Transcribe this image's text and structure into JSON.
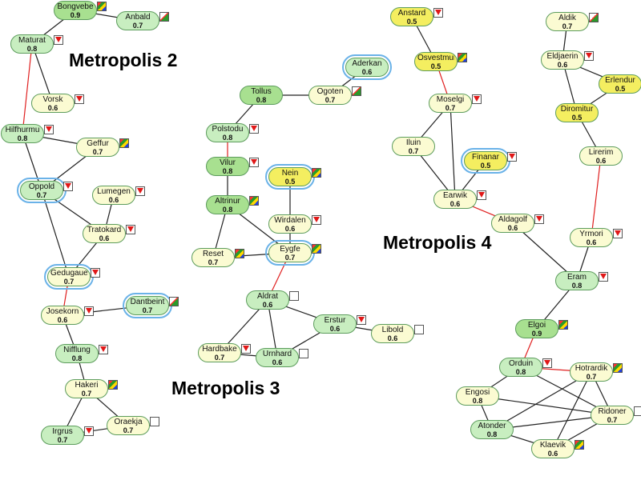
{
  "groups": [
    {
      "key": "m2",
      "title": "Metropolis 2"
    },
    {
      "key": "m3",
      "title": "Metropolis 3"
    },
    {
      "key": "m4",
      "title": "Metropolis 4"
    }
  ],
  "colors": {
    "edge_normal": "#222222",
    "edge_highlight": "#e02020",
    "selection_ring": "#6ab2e8",
    "node_fill_green": "#c8eec0",
    "node_fill_darkgreen": "#a8e090",
    "node_fill_lightyellow": "#fbfbd2",
    "node_fill_yellow": "#f4ee60",
    "node_border": "#5c9c5c"
  },
  "nodes": [
    {
      "id": "bongvebe",
      "label": "Bongvebe",
      "value": "0.9",
      "fill": "darkgreen",
      "flag": "mixed",
      "selected": false
    },
    {
      "id": "anbald",
      "label": "Anbald",
      "value": "0.7",
      "fill": "green",
      "flag": "edge",
      "selected": false
    },
    {
      "id": "maturat",
      "label": "Maturat",
      "value": "0.8",
      "fill": "green",
      "flag": "down",
      "selected": false
    },
    {
      "id": "vorsk",
      "label": "Vorsk",
      "value": "0.6",
      "fill": "lightyellow",
      "flag": "down",
      "selected": false
    },
    {
      "id": "hilfhurmu",
      "label": "Hilfhurmu",
      "value": "0.8",
      "fill": "green",
      "flag": "down",
      "selected": false
    },
    {
      "id": "geffur",
      "label": "Geffur",
      "value": "0.7",
      "fill": "lightyellow",
      "flag": "mixed",
      "selected": false
    },
    {
      "id": "oppold",
      "label": "Oppold",
      "value": "0.7",
      "fill": "green",
      "flag": "down",
      "selected": true
    },
    {
      "id": "lumegen",
      "label": "Lumegen",
      "value": "0.6",
      "fill": "lightyellow",
      "flag": "down",
      "selected": false
    },
    {
      "id": "tratokard",
      "label": "Tratokard",
      "value": "0.6",
      "fill": "lightyellow",
      "flag": "down",
      "selected": false
    },
    {
      "id": "gedugaue",
      "label": "Gedugaue",
      "value": "0.7",
      "fill": "lightyellow",
      "flag": "down",
      "selected": true
    },
    {
      "id": "josekorn",
      "label": "Josekorn",
      "value": "0.6",
      "fill": "lightyellow",
      "flag": "down",
      "selected": false
    },
    {
      "id": "dantbeint",
      "label": "Dantbeint",
      "value": "0.7",
      "fill": "green",
      "flag": "edge",
      "selected": true
    },
    {
      "id": "nifflung",
      "label": "Nifflung",
      "value": "0.8",
      "fill": "green",
      "flag": "down",
      "selected": false
    },
    {
      "id": "hakeri",
      "label": "Hakeri",
      "value": "0.7",
      "fill": "lightyellow",
      "flag": "mixed",
      "selected": false
    },
    {
      "id": "irgrus",
      "label": "Irgrus",
      "value": "0.7",
      "fill": "green",
      "flag": "down",
      "selected": false
    },
    {
      "id": "oraekja",
      "label": "Oraekja",
      "value": "0.7",
      "fill": "lightyellow",
      "flag": "empty",
      "selected": false
    },
    {
      "id": "aderkan",
      "label": "Aderkan",
      "value": "0.6",
      "fill": "green",
      "flag": "none",
      "selected": true
    },
    {
      "id": "tollus",
      "label": "Tollus",
      "value": "0.8",
      "fill": "darkgreen",
      "flag": "none",
      "selected": false
    },
    {
      "id": "ogoten",
      "label": "Ogoten",
      "value": "0.7",
      "fill": "lightyellow",
      "flag": "edge",
      "selected": false
    },
    {
      "id": "polstodu",
      "label": "Polstodu",
      "value": "0.8",
      "fill": "green",
      "flag": "down",
      "selected": false
    },
    {
      "id": "vilur",
      "label": "Vilur",
      "value": "0.8",
      "fill": "darkgreen",
      "flag": "down",
      "selected": false
    },
    {
      "id": "nein",
      "label": "Nein",
      "value": "0.5",
      "fill": "yellow",
      "flag": "mixed",
      "selected": true
    },
    {
      "id": "altrinur",
      "label": "Altrinur",
      "value": "0.8",
      "fill": "darkgreen",
      "flag": "mixed",
      "selected": false
    },
    {
      "id": "wirdalen",
      "label": "Wirdalen",
      "value": "0.6",
      "fill": "lightyellow",
      "flag": "down",
      "selected": false
    },
    {
      "id": "reset",
      "label": "Reset",
      "value": "0.7",
      "fill": "lightyellow",
      "flag": "mixed",
      "selected": false
    },
    {
      "id": "eygfe",
      "label": "Eygfe",
      "value": "0.7",
      "fill": "lightyellow",
      "flag": "mixed",
      "selected": true
    },
    {
      "id": "aldrat",
      "label": "Aldrat",
      "value": "0.6",
      "fill": "green",
      "flag": "empty",
      "selected": false
    },
    {
      "id": "erstur",
      "label": "Erstur",
      "value": "0.6",
      "fill": "green",
      "flag": "down",
      "selected": false
    },
    {
      "id": "libold",
      "label": "Libold",
      "value": "0.6",
      "fill": "lightyellow",
      "flag": "empty",
      "selected": false
    },
    {
      "id": "hardbake",
      "label": "Hardbake",
      "value": "0.7",
      "fill": "lightyellow",
      "flag": "down",
      "selected": false
    },
    {
      "id": "urnhard",
      "label": "Urnhard",
      "value": "0.6",
      "fill": "green",
      "flag": "empty",
      "selected": false
    },
    {
      "id": "anstard",
      "label": "Anstard",
      "value": "0.5",
      "fill": "yellow",
      "flag": "down",
      "selected": false
    },
    {
      "id": "osvestmun",
      "label": "Osvestmun",
      "value": "0.5",
      "fill": "yellow",
      "flag": "mixed",
      "selected": false
    },
    {
      "id": "moselgi",
      "label": "Moselgi",
      "value": "0.7",
      "fill": "lightyellow",
      "flag": "down",
      "selected": false
    },
    {
      "id": "iluin",
      "label": "Iluin",
      "value": "0.7",
      "fill": "lightyellow",
      "flag": "none",
      "selected": false
    },
    {
      "id": "finanar",
      "label": "Finanar",
      "value": "0.5",
      "fill": "yellow",
      "flag": "down",
      "selected": true
    },
    {
      "id": "earwik",
      "label": "Earwik",
      "value": "0.6",
      "fill": "lightyellow",
      "flag": "down",
      "selected": false
    },
    {
      "id": "aldagolf",
      "label": "Aldagolf",
      "value": "0.6",
      "fill": "lightyellow",
      "flag": "down",
      "selected": false
    },
    {
      "id": "aldik",
      "label": "Aldik",
      "value": "0.7",
      "fill": "lightyellow",
      "flag": "edge",
      "selected": false
    },
    {
      "id": "eldjaerin",
      "label": "Eldjaerin",
      "value": "0.6",
      "fill": "lightyellow",
      "flag": "down",
      "selected": false
    },
    {
      "id": "erlendur",
      "label": "Erlendur",
      "value": "0.5",
      "fill": "yellow",
      "flag": "none",
      "selected": false
    },
    {
      "id": "diromitur",
      "label": "Diromitur",
      "value": "0.5",
      "fill": "yellow",
      "flag": "none",
      "selected": false
    },
    {
      "id": "lirerim",
      "label": "Lirerim",
      "value": "0.6",
      "fill": "lightyellow",
      "flag": "none",
      "selected": false
    },
    {
      "id": "yrmori",
      "label": "Yrmori",
      "value": "0.6",
      "fill": "lightyellow",
      "flag": "down",
      "selected": false
    },
    {
      "id": "eram",
      "label": "Eram",
      "value": "0.8",
      "fill": "green",
      "flag": "down",
      "selected": false
    },
    {
      "id": "elgoi",
      "label": "Elgoi",
      "value": "0.9",
      "fill": "darkgreen",
      "flag": "mixed",
      "selected": false
    },
    {
      "id": "orduin",
      "label": "Orduin",
      "value": "0.8",
      "fill": "green",
      "flag": "down",
      "selected": false
    },
    {
      "id": "hotrardik",
      "label": "Hotrardik",
      "value": "0.7",
      "fill": "lightyellow",
      "flag": "mixed",
      "selected": false
    },
    {
      "id": "engosi",
      "label": "Engosi",
      "value": "0.8",
      "fill": "lightyellow",
      "flag": "none",
      "selected": false
    },
    {
      "id": "ridoner",
      "label": "Ridoner",
      "value": "0.7",
      "fill": "lightyellow",
      "flag": "empty",
      "selected": false
    },
    {
      "id": "atonder",
      "label": "Atonder",
      "value": "0.8",
      "fill": "green",
      "flag": "none",
      "selected": false
    },
    {
      "id": "klaevik",
      "label": "Klaevik",
      "value": "0.6",
      "fill": "lightyellow",
      "flag": "mixed",
      "selected": false
    }
  ],
  "edges": [
    {
      "from": "bongvebe",
      "to": "anbald",
      "highlight": false
    },
    {
      "from": "bongvebe",
      "to": "maturat",
      "highlight": false
    },
    {
      "from": "maturat",
      "to": "vorsk",
      "highlight": false
    },
    {
      "from": "maturat",
      "to": "hilfhurmu",
      "highlight": true
    },
    {
      "from": "hilfhurmu",
      "to": "geffur",
      "highlight": false
    },
    {
      "from": "geffur",
      "to": "oppold",
      "highlight": false
    },
    {
      "from": "hilfhurmu",
      "to": "oppold",
      "highlight": false
    },
    {
      "from": "oppold",
      "to": "tratokard",
      "highlight": false
    },
    {
      "from": "lumegen",
      "to": "tratokard",
      "highlight": false
    },
    {
      "from": "oppold",
      "to": "gedugaue",
      "highlight": false
    },
    {
      "from": "tratokard",
      "to": "gedugaue",
      "highlight": false
    },
    {
      "from": "gedugaue",
      "to": "josekorn",
      "highlight": true
    },
    {
      "from": "josekorn",
      "to": "dantbeint",
      "highlight": false
    },
    {
      "from": "josekorn",
      "to": "nifflung",
      "highlight": false
    },
    {
      "from": "nifflung",
      "to": "hakeri",
      "highlight": false
    },
    {
      "from": "hakeri",
      "to": "irgrus",
      "highlight": false
    },
    {
      "from": "hakeri",
      "to": "oraekja",
      "highlight": false
    },
    {
      "from": "irgrus",
      "to": "oraekja",
      "highlight": false
    },
    {
      "from": "aderkan",
      "to": "ogoten",
      "highlight": false
    },
    {
      "from": "tollus",
      "to": "ogoten",
      "highlight": false
    },
    {
      "from": "tollus",
      "to": "polstodu",
      "highlight": false
    },
    {
      "from": "polstodu",
      "to": "vilur",
      "highlight": true
    },
    {
      "from": "vilur",
      "to": "altrinur",
      "highlight": false
    },
    {
      "from": "altrinur",
      "to": "reset",
      "highlight": false
    },
    {
      "from": "altrinur",
      "to": "eygfe",
      "highlight": false
    },
    {
      "from": "nein",
      "to": "wirdalen",
      "highlight": false
    },
    {
      "from": "wirdalen",
      "to": "eygfe",
      "highlight": false
    },
    {
      "from": "reset",
      "to": "eygfe",
      "highlight": false
    },
    {
      "from": "eygfe",
      "to": "aldrat",
      "highlight": true
    },
    {
      "from": "aldrat",
      "to": "hardbake",
      "highlight": false
    },
    {
      "from": "aldrat",
      "to": "urnhard",
      "highlight": false
    },
    {
      "from": "aldrat",
      "to": "erstur",
      "highlight": false
    },
    {
      "from": "hardbake",
      "to": "urnhard",
      "highlight": false
    },
    {
      "from": "urnhard",
      "to": "erstur",
      "highlight": false
    },
    {
      "from": "erstur",
      "to": "libold",
      "highlight": false
    },
    {
      "from": "anstard",
      "to": "osvestmun",
      "highlight": false
    },
    {
      "from": "osvestmun",
      "to": "moselgi",
      "highlight": true
    },
    {
      "from": "moselgi",
      "to": "iluin",
      "highlight": false
    },
    {
      "from": "moselgi",
      "to": "earwik",
      "highlight": false
    },
    {
      "from": "iluin",
      "to": "earwik",
      "highlight": false
    },
    {
      "from": "finanar",
      "to": "earwik",
      "highlight": false
    },
    {
      "from": "earwik",
      "to": "aldagolf",
      "highlight": true
    },
    {
      "from": "aldagolf",
      "to": "eram",
      "highlight": false
    },
    {
      "from": "aldik",
      "to": "eldjaerin",
      "highlight": false
    },
    {
      "from": "eldjaerin",
      "to": "erlendur",
      "highlight": false
    },
    {
      "from": "eldjaerin",
      "to": "diromitur",
      "highlight": false
    },
    {
      "from": "erlendur",
      "to": "diromitur",
      "highlight": false
    },
    {
      "from": "diromitur",
      "to": "lirerim",
      "highlight": false
    },
    {
      "from": "lirerim",
      "to": "yrmori",
      "highlight": true
    },
    {
      "from": "yrmori",
      "to": "eram",
      "highlight": false
    },
    {
      "from": "eram",
      "to": "elgoi",
      "highlight": false
    },
    {
      "from": "elgoi",
      "to": "orduin",
      "highlight": true
    },
    {
      "from": "orduin",
      "to": "hotrardik",
      "highlight": true
    },
    {
      "from": "orduin",
      "to": "engosi",
      "highlight": false
    },
    {
      "from": "orduin",
      "to": "ridoner",
      "highlight": false
    },
    {
      "from": "hotrardik",
      "to": "ridoner",
      "highlight": false
    },
    {
      "from": "hotrardik",
      "to": "atonder",
      "highlight": false
    },
    {
      "from": "hotrardik",
      "to": "klaevik",
      "highlight": false
    },
    {
      "from": "engosi",
      "to": "atonder",
      "highlight": false
    },
    {
      "from": "engosi",
      "to": "ridoner",
      "highlight": false
    },
    {
      "from": "atonder",
      "to": "ridoner",
      "highlight": false
    },
    {
      "from": "atonder",
      "to": "klaevik",
      "highlight": false
    },
    {
      "from": "klaevik",
      "to": "ridoner",
      "highlight": false
    }
  ]
}
